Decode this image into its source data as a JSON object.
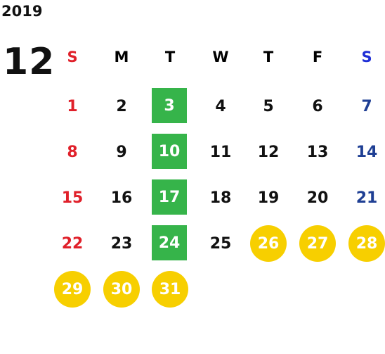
{
  "calendar": {
    "year": "2019",
    "month": "12",
    "weekdays": [
      "S",
      "M",
      "T",
      "W",
      "T",
      "F",
      "S"
    ],
    "weeks": [
      [
        "1",
        "2",
        "3",
        "4",
        "5",
        "6",
        "7"
      ],
      [
        "8",
        "9",
        "10",
        "11",
        "12",
        "13",
        "14"
      ],
      [
        "15",
        "16",
        "17",
        "18",
        "19",
        "20",
        "21"
      ],
      [
        "22",
        "23",
        "24",
        "25",
        "26",
        "27",
        "28"
      ],
      [
        "29",
        "30",
        "31",
        "",
        "",
        "",
        ""
      ]
    ],
    "green_marked_days": [
      "3",
      "10",
      "17",
      "24"
    ],
    "yellow_marked_days": [
      "26",
      "27",
      "28",
      "29",
      "30",
      "31"
    ]
  },
  "colors": {
    "sunday": "#e0202a",
    "saturday": "#1f3f94",
    "green_marker": "#36b44a",
    "yellow_marker": "#f7cf00"
  }
}
